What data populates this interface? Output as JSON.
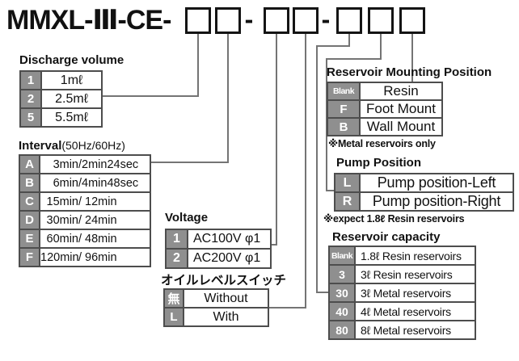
{
  "model_code": {
    "prefix": "MMXL-Ⅲ-CE-",
    "separator": "-",
    "box_groups": [
      2,
      2,
      3
    ]
  },
  "discharge": {
    "title": "Discharge volume",
    "rows": [
      {
        "code": "1",
        "value": "1mℓ"
      },
      {
        "code": "2",
        "value": "2.5mℓ"
      },
      {
        "code": "5",
        "value": "5.5mℓ"
      }
    ]
  },
  "interval": {
    "title_bold": "Interval",
    "title_normal": "(50Hz/60Hz)",
    "rows": [
      {
        "code": "A",
        "v1": "3min",
        "v2": "/2min24sec"
      },
      {
        "code": "B",
        "v1": "6min",
        "v2": "/4min48sec"
      },
      {
        "code": "C",
        "v1": "15min",
        "v2": "/ 12min"
      },
      {
        "code": "D",
        "v1": "30min",
        "v2": "/ 24min"
      },
      {
        "code": "E",
        "v1": "60min",
        "v2": "/ 48min"
      },
      {
        "code": "F",
        "v1": "120min",
        "v2": "/ 96min"
      }
    ]
  },
  "voltage": {
    "title": "Voltage",
    "rows": [
      {
        "code": "1",
        "value": "AC100V φ1"
      },
      {
        "code": "2",
        "value": "AC200V φ1"
      }
    ]
  },
  "oil_level_switch": {
    "title": "オイルレベルスイッチ",
    "rows": [
      {
        "code": "無",
        "value": "Without"
      },
      {
        "code": "L",
        "value": "With"
      }
    ]
  },
  "reservoir_mounting": {
    "title": "Reservoir Mounting Position",
    "rows": [
      {
        "code": "Blank",
        "value": "Resin"
      },
      {
        "code": "F",
        "value": "Foot Mount"
      },
      {
        "code": "B",
        "value": "Wall Mount"
      }
    ],
    "note": "※Metal reservoirs only"
  },
  "pump_position": {
    "title": "Pump Position",
    "rows": [
      {
        "code": "L",
        "value": "Pump position-Left"
      },
      {
        "code": "R",
        "value": "Pump position-Right"
      }
    ],
    "note": "※expect 1.8ℓ Resin reservoirs"
  },
  "reservoir_capacity": {
    "title": "Reservoir capacity",
    "rows": [
      {
        "code": "Blank",
        "value": "1.8ℓ Resin reservoirs"
      },
      {
        "code": "3",
        "value": "3ℓ Resin reservoirs"
      },
      {
        "code": "30",
        "value": "3ℓ Metal reservoirs"
      },
      {
        "code": "40",
        "value": "4ℓ Metal reservoirs"
      },
      {
        "code": "80",
        "value": "8ℓ Metal reservoirs"
      }
    ]
  },
  "colors": {
    "code_cell_bg": "#8f8f8f",
    "code_cell_text": "#ffffff",
    "table_border": "#4d4d4d",
    "connector_line": "#747474",
    "box_border": "#141414",
    "text": "#111111",
    "background": "#ffffff"
  }
}
